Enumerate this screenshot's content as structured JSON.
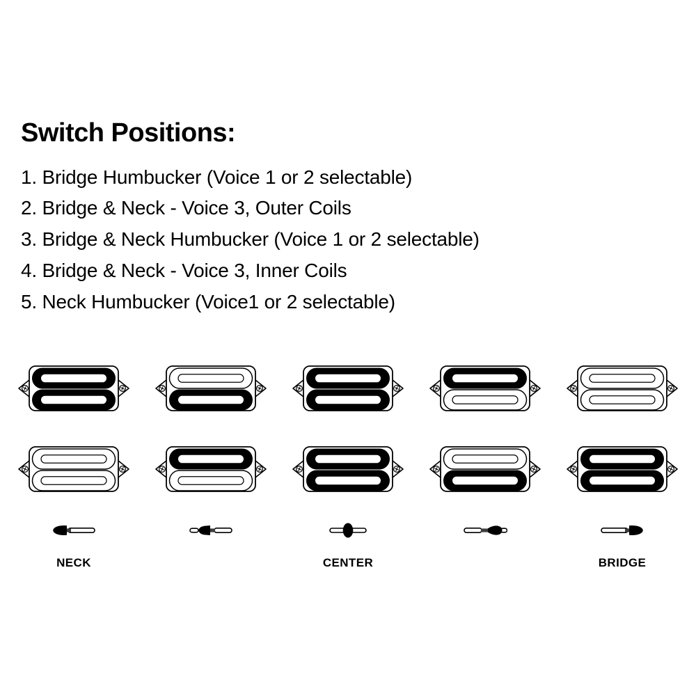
{
  "title": "Switch Positions:",
  "positions": [
    "1. Bridge Humbucker (Voice 1 or 2 selectable)",
    "2. Bridge & Neck - Voice 3, Outer Coils",
    "3. Bridge & Neck Humbucker (Voice 1 or 2 selectable)",
    "4. Bridge & Neck - Voice 3, Inner Coils",
    "5. Neck Humbucker (Voice1 or 2 selectable)"
  ],
  "diagram": {
    "columns": [
      {
        "label": "NECK",
        "lever": "far-left",
        "neck_pickup": {
          "top_coil": "active",
          "bottom_coil": "active"
        },
        "bridge_pickup": {
          "top_coil": "inactive",
          "bottom_coil": "inactive"
        }
      },
      {
        "label": "",
        "lever": "mid-left",
        "neck_pickup": {
          "top_coil": "inactive",
          "bottom_coil": "active"
        },
        "bridge_pickup": {
          "top_coil": "active",
          "bottom_coil": "inactive"
        }
      },
      {
        "label": "CENTER",
        "lever": "center",
        "neck_pickup": {
          "top_coil": "active",
          "bottom_coil": "active"
        },
        "bridge_pickup": {
          "top_coil": "active",
          "bottom_coil": "active"
        }
      },
      {
        "label": "",
        "lever": "mid-right",
        "neck_pickup": {
          "top_coil": "active",
          "bottom_coil": "inactive"
        },
        "bridge_pickup": {
          "top_coil": "inactive",
          "bottom_coil": "active"
        }
      },
      {
        "label": "BRIDGE",
        "lever": "far-right",
        "neck_pickup": {
          "top_coil": "inactive",
          "bottom_coil": "inactive"
        },
        "bridge_pickup": {
          "top_coil": "active",
          "bottom_coil": "active"
        }
      }
    ]
  },
  "colors": {
    "ink": "#000000",
    "background": "#ffffff",
    "lever_shaft": "#3d3d3d"
  }
}
